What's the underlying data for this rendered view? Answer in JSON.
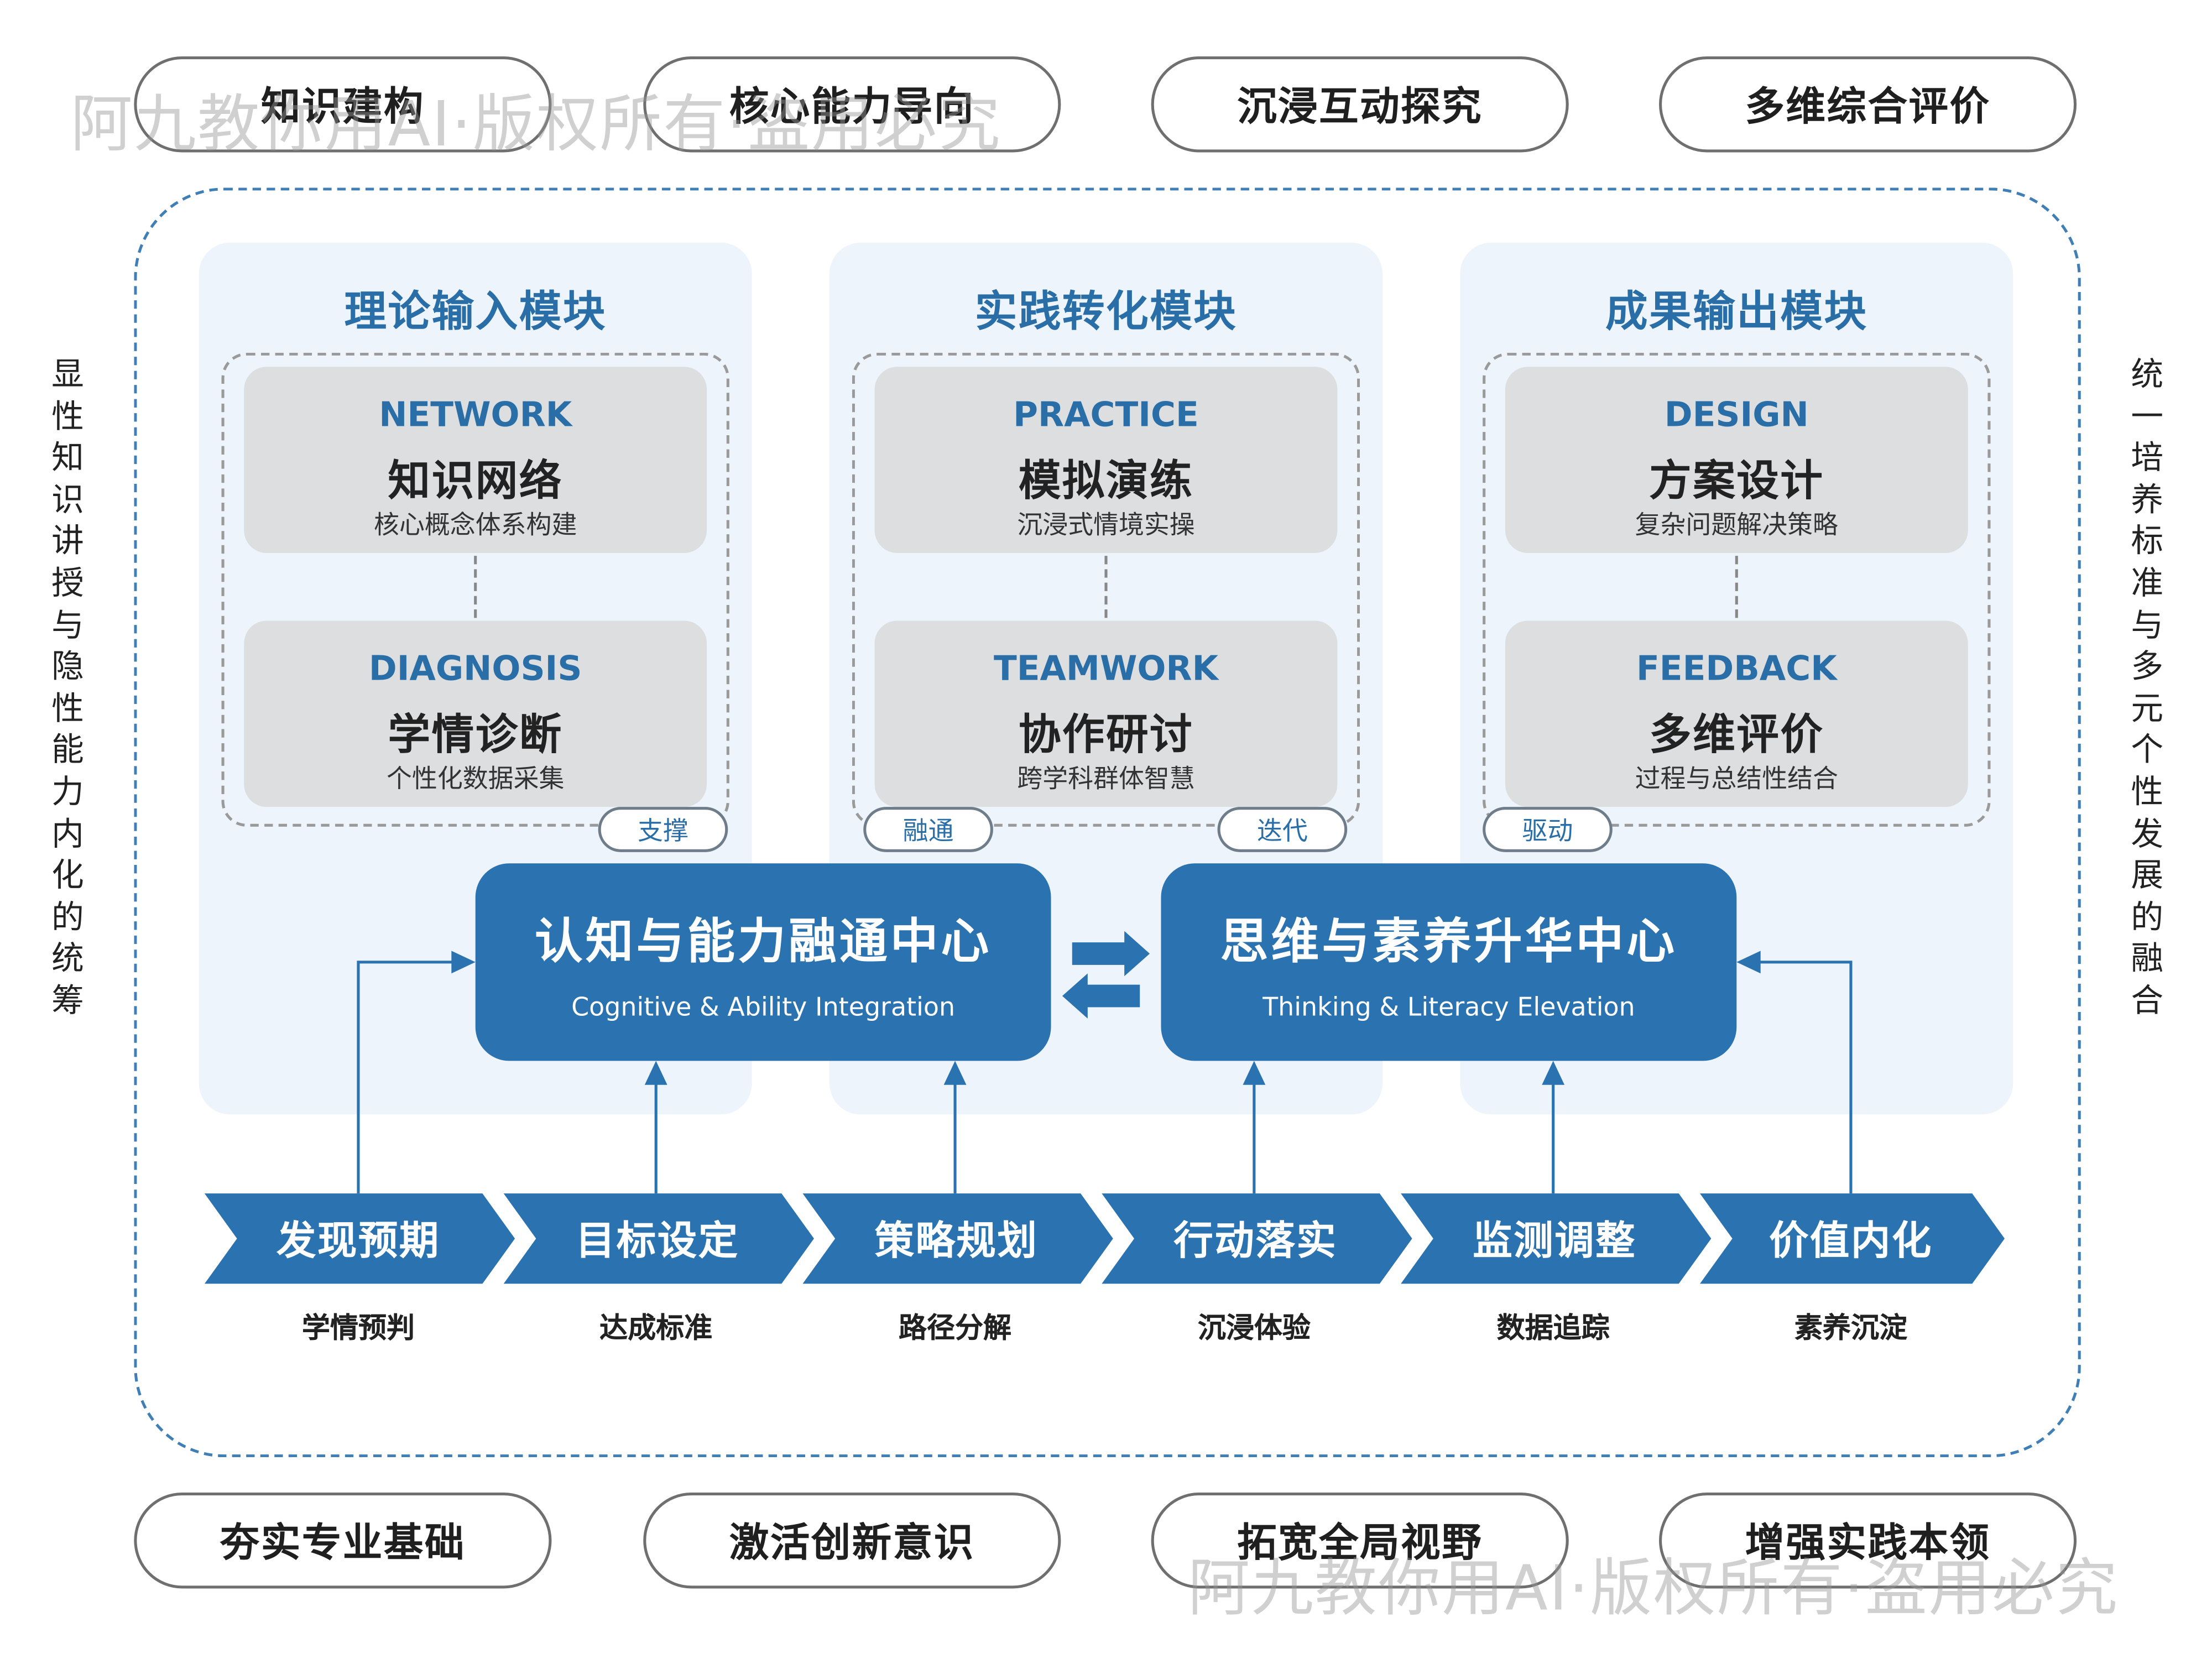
{
  "top_pills": [
    "知识建构",
    "核心能力导向",
    "沉浸互动探究",
    "多维综合评价"
  ],
  "bottom_pills": [
    "夯实专业基础",
    "激活创新意识",
    "拓宽全局视野",
    "增强实践本领"
  ],
  "left_side": [
    "显",
    "性",
    "知",
    "识",
    "讲",
    "授",
    "与",
    "隐",
    "性",
    "能",
    "力",
    "内",
    "化",
    "的",
    "统",
    "筹"
  ],
  "right_side": [
    "统",
    "一",
    "培",
    "养",
    "标",
    "准",
    "与",
    "多",
    "元",
    "个",
    "性",
    "发",
    "展",
    "的",
    "融",
    "合"
  ],
  "panels": [
    {
      "title": "理论输入模块",
      "cards": [
        {
          "en": "NETWORK",
          "zh": "知识网络",
          "sub": "核心概念体系构建"
        },
        {
          "en": "DIAGNOSIS",
          "zh": "学情诊断",
          "sub": "个性化数据采集"
        }
      ]
    },
    {
      "title": "实践转化模块",
      "cards": [
        {
          "en": "PRACTICE",
          "zh": "模拟演练",
          "sub": "沉浸式情境实操"
        },
        {
          "en": "TEAMWORK",
          "zh": "协作研讨",
          "sub": "跨学科群体智慧"
        }
      ]
    },
    {
      "title": "成果输出模块",
      "cards": [
        {
          "en": "DESIGN",
          "zh": "方案设计",
          "sub": "复杂问题解决策略"
        },
        {
          "en": "FEEDBACK",
          "zh": "多维评价",
          "sub": "过程与总结性结合"
        }
      ]
    }
  ],
  "tags": [
    "支撑",
    "融通",
    "迭代",
    "驱动"
  ],
  "hubs": [
    {
      "zh": "认知与能力融通中心",
      "en": "Cognitive & Ability Integration"
    },
    {
      "zh": "思维与素养升华中心",
      "en": "Thinking & Literacy Elevation"
    }
  ],
  "steps": [
    {
      "label": "发现预期",
      "sub": "学情预判"
    },
    {
      "label": "目标设定",
      "sub": "达成标准"
    },
    {
      "label": "策略规划",
      "sub": "路径分解"
    },
    {
      "label": "行动落实",
      "sub": "沉浸体验"
    },
    {
      "label": "监测调整",
      "sub": "数据追踪"
    },
    {
      "label": "价值内化",
      "sub": "素养沉淀"
    }
  ],
  "watermark": "阿九教你用AI·版权所有·盗用必究",
  "colors": {
    "primary": "#2a72b0",
    "panel_bg": "#edf4fb",
    "card_bg": "#dcdee0",
    "title_blue": "#2a6ea8"
  }
}
